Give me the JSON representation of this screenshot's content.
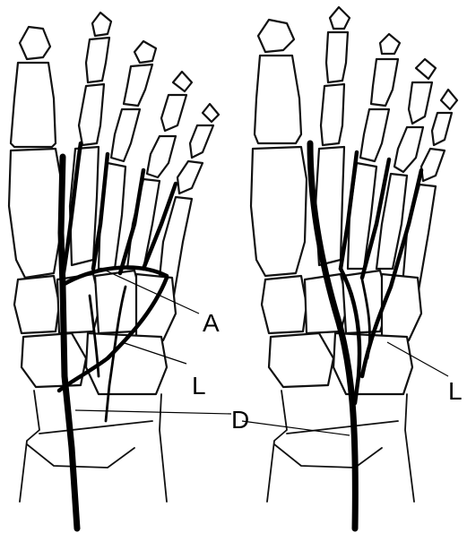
{
  "labels": {
    "a": "A",
    "l_left": "L",
    "d": "D",
    "l_right": "L"
  }
}
